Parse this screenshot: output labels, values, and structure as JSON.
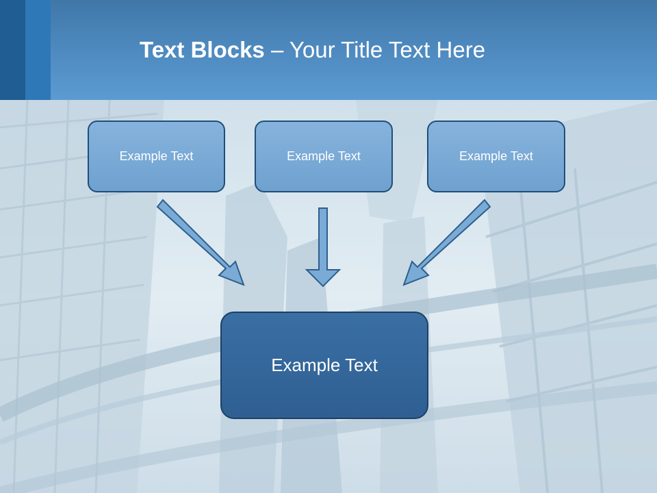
{
  "slide": {
    "title_bold": "Text Blocks",
    "title_dash": " – ",
    "title_rest": "Your Title Text Here"
  },
  "blocks": {
    "top": [
      "Example Text",
      "Example Text",
      "Example Text"
    ],
    "main": "Example Text"
  },
  "colors": {
    "header_top": "#3f77a8",
    "header_bottom": "#5b9bd1",
    "box_fill": "#7aaad6",
    "box_border": "#1f4e79",
    "main_box_fill": "#33669a",
    "arrow_fill": "#7aaad6",
    "arrow_stroke": "#2e5f8c"
  }
}
